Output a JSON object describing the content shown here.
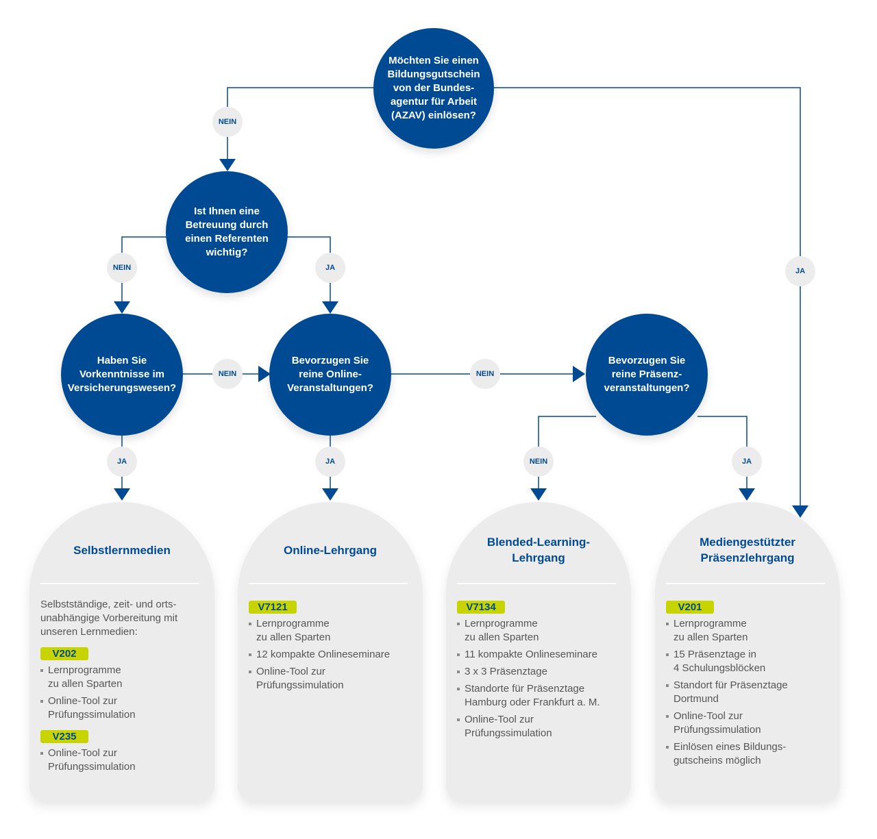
{
  "questions": {
    "q_azav": "Möchten Sie einen\nBildungsgutschein\nvon der Bundes-\nagentur für Arbeit\n(AZAV) einlösen?",
    "q_referent": "Ist Ihnen eine\nBetreuung durch\neinen Referenten\nwichtig?",
    "q_vorkenntnisse": "Haben Sie\nVorkenntnisse im\nVersicherungswesen?",
    "q_online": "Bevorzugen Sie\nreine Online-\nVeranstaltungen?",
    "q_praesenz": "Bevorzugen Sie\nreine Präsenz-\nveranstaltungen?"
  },
  "labels": {
    "no": "NEIN",
    "yes": "JA"
  },
  "cards": [
    {
      "title": "Selbstlernmedien",
      "intro": "Selbstständige, zeit- und orts-\nunabhängige Vorbereitung mit\nunseren Lernmedien:",
      "groups": [
        {
          "code": "V202",
          "items": [
            "Lernprogramme\nzu allen Sparten",
            "Online-Tool zur\nPrüfungssimulation"
          ]
        },
        {
          "code": "V235",
          "items": [
            "Online-Tool zur\nPrüfungssimulation"
          ]
        }
      ]
    },
    {
      "title": "Online-Lehrgang",
      "groups": [
        {
          "code": "V7121",
          "items": [
            "Lernprogramme\nzu allen Sparten",
            "12 kompakte Onlineseminare",
            "Online-Tool zur\nPrüfungssimulation"
          ]
        }
      ]
    },
    {
      "title": "Blended-Learning-\nLehrgang",
      "groups": [
        {
          "code": "V7134",
          "items": [
            "Lernprogramme\nzu allen Sparten",
            "11 kompakte Onlineseminare",
            "3 x 3 Präsenztage",
            "Standorte für Präsenztage\nHamburg oder Frankfurt a. M.",
            "Online-Tool zur\nPrüfungssimulation"
          ]
        }
      ]
    },
    {
      "title": "Mediengestützter\nPräsenzlehrgang",
      "groups": [
        {
          "code": "V201",
          "items": [
            "Lernprogramme\nzu allen Sparten",
            "15 Präsenztage in\n4 Schulungsblöcken",
            "Standort für Präsenztage\nDortmund",
            "Online-Tool zur\nPrüfungssimulation",
            "Einlösen eines Bildungs-\ngutscheins möglich"
          ]
        }
      ]
    }
  ],
  "colors": {
    "primary": "#004a93",
    "accent": "#c7d400",
    "card_bg": "#ececec",
    "badge_bg": "#ececec",
    "text": "#565656"
  }
}
